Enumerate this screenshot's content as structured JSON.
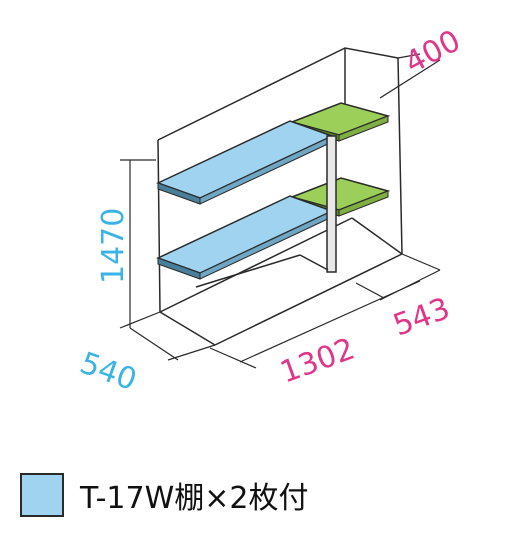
{
  "dimensions": {
    "height": "1470",
    "depth_left": "540",
    "width": "1302",
    "depth_right": "543",
    "side_depth": "400"
  },
  "legend": {
    "text": "T-17W棚×2枚付"
  },
  "colors": {
    "depth_color": "#3bb3e6",
    "width_color": "#e0368a",
    "blue_shelf": "#9fd3ef",
    "green_shelf": "#9bcf5a",
    "outline": "#2a2a2a"
  }
}
